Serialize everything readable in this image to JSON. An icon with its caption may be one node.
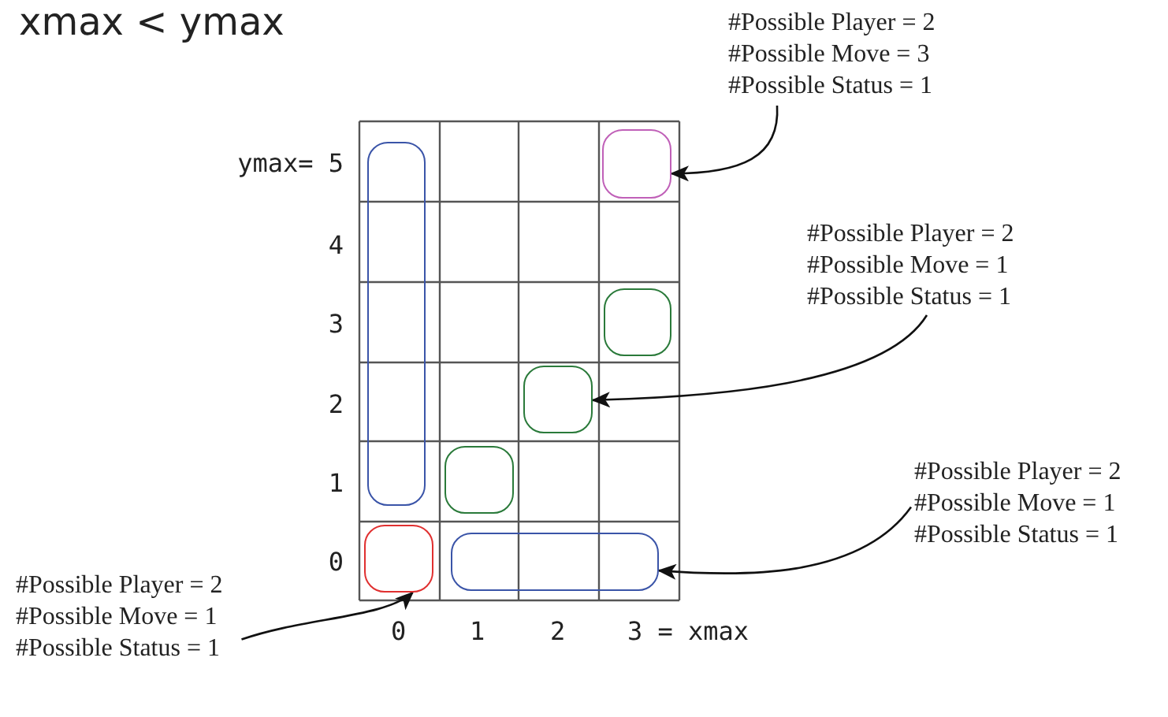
{
  "diagram": {
    "title": "xmax < ymax",
    "nodes": [
      {
        "text": [
          "#Possible Player = 2",
          "#Possible Move = 3",
          "#Possible Status = 1"
        ]
      },
      {
        "text": [],
        "shape": "box"
      },
      {
        "text": [],
        "shape": "box"
      },
      {
        "text": [
          "#Possible Player = 2",
          "#Possible Move = 1",
          "#Possible Status = 1"
        ]
      },
      {
        "text": [],
        "shape": "box"
      },
      {
        "text": [],
        "shape": "box"
      },
      {
        "text": [],
        "shape": "box"
      },
      {
        "text": [
          "#Possible Player = 2",
          "#Possible Move = 1",
          "#Possible Status = 1"
        ]
      },
      {
        "text": [],
        "shape": "box"
      },
      {
        "text": [],
        "shape": "box"
      },
      {
        "text": [
          "#Possible Player = 2",
          "#Possible Move = 1",
          "#Possible Status = 1"
        ]
      }
    ],
    "edges": [
      {
        "from": 0,
        "to": 1,
        "arrow": "to"
      },
      {
        "from": 3,
        "to": 5,
        "arrow": "to"
      },
      {
        "from": 7,
        "to": 9,
        "arrow": "to"
      },
      {
        "from": 10,
        "to": 8,
        "arrow": "to"
      }
    ],
    "labels": [
      "ymax= 5",
      "4",
      "3",
      "2",
      "1",
      "0",
      "0",
      "1",
      "2",
      "3 = xmax"
    ]
  }
}
